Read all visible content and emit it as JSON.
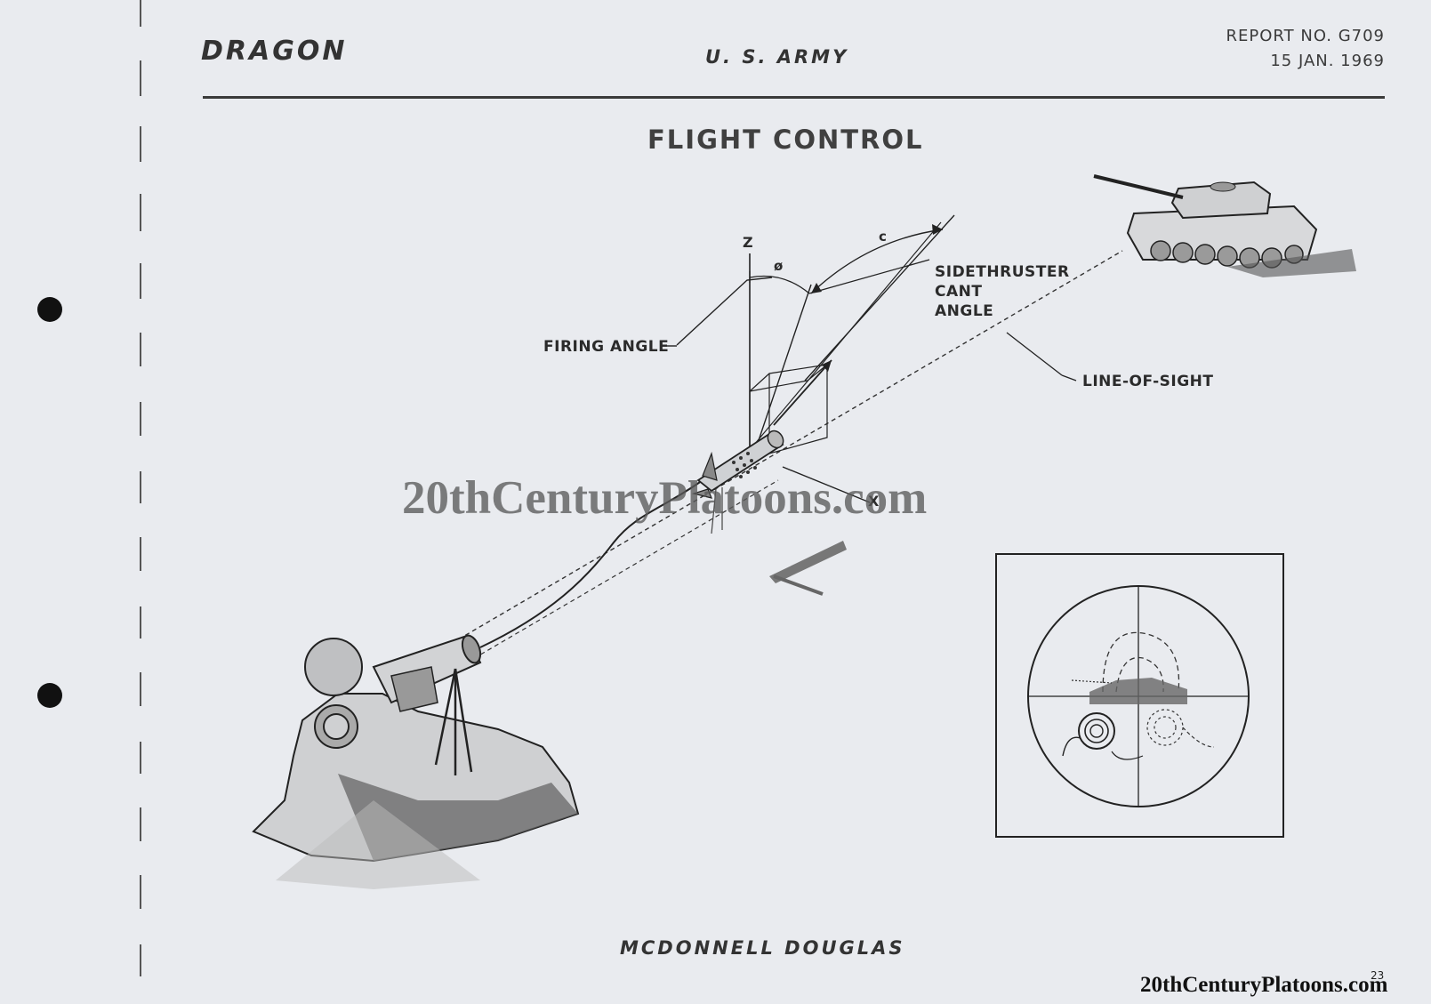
{
  "header": {
    "program": "DRAGON",
    "agency": "U. S. ARMY",
    "report_no": "REPORT NO. G709",
    "date": "15 JAN. 1969"
  },
  "title": "FLIGHT CONTROL",
  "diagram": {
    "labels": {
      "z_axis": "Z",
      "x_axis": "X",
      "phi": "ø",
      "c": "c",
      "sidethruster_line1": "SIDETHRUSTER",
      "sidethruster_line2": "CANT",
      "sidethruster_line3": "ANGLE",
      "firing_angle": "FIRING ANGLE",
      "line_of_sight": "LINE-OF-SIGHT"
    }
  },
  "footer": {
    "manufacturer": "MCDONNELL DOUGLAS",
    "page_number": "23"
  },
  "watermark": {
    "center": "20thCenturyPlatoons.com",
    "corner": "20thCenturyPlatoons.com"
  }
}
